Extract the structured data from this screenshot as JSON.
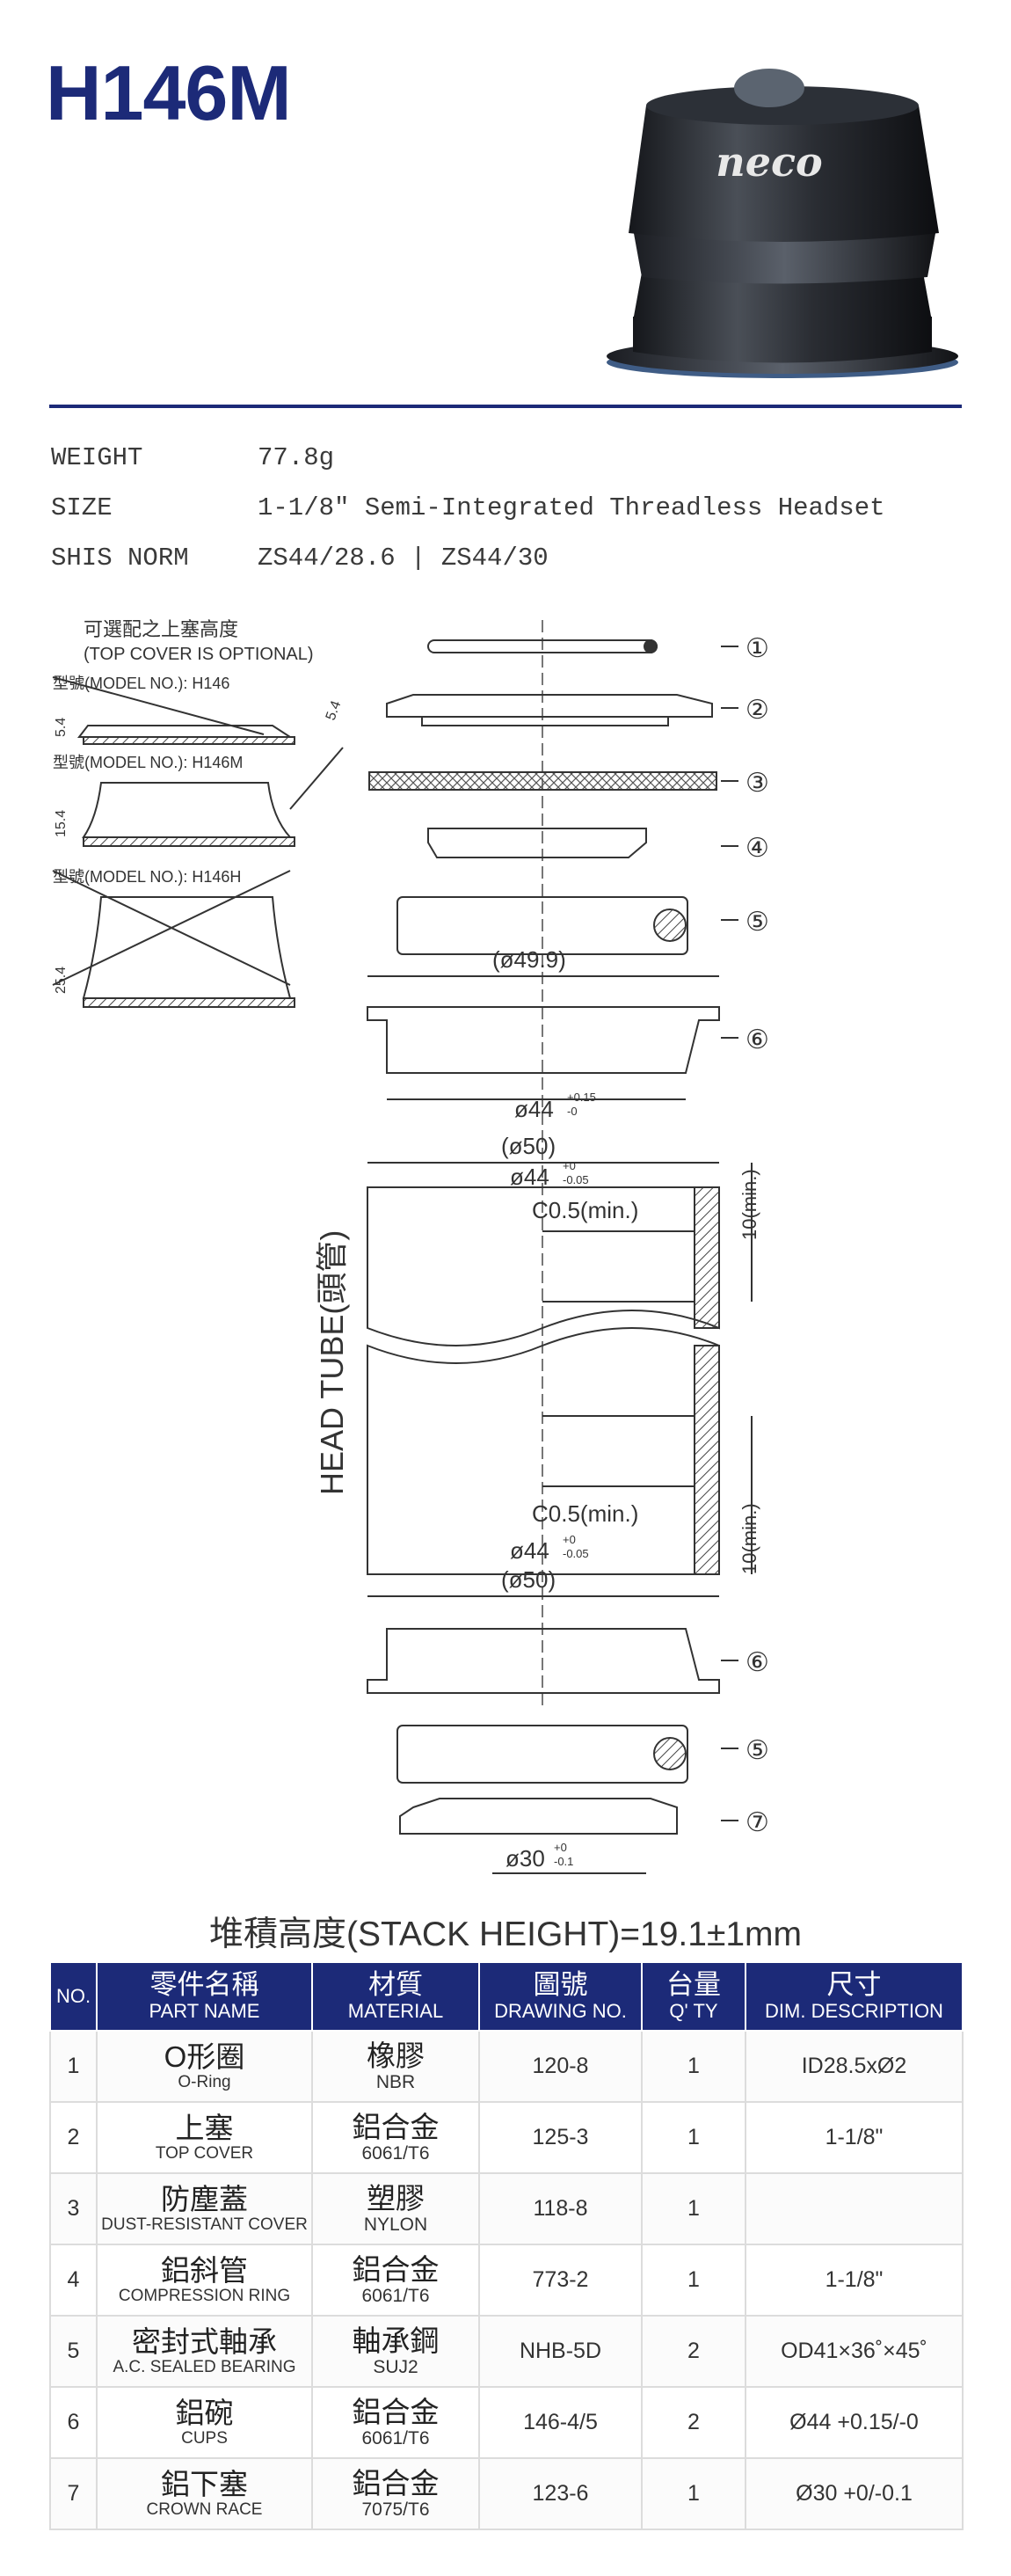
{
  "title": "H146M",
  "brand": "neco",
  "specs": [
    {
      "label": "WEIGHT",
      "value": "77.8g"
    },
    {
      "label": "SIZE",
      "value": "1-1/8\" Semi-Integrated Threadless Headset"
    },
    {
      "label": "SHIS NORM",
      "value": "ZS44/28.6 | ZS44/30"
    }
  ],
  "drawing": {
    "optional_title_zh": "可選配之上塞高度",
    "optional_title_en": "(TOP COVER IS OPTIONAL)",
    "models": [
      {
        "label": "型號(MODEL NO.): H146",
        "height": "5.4"
      },
      {
        "label": "型號(MODEL NO.): H146M",
        "height": "15.4"
      },
      {
        "label": "型號(MODEL NO.): H146H",
        "height": "25.4"
      }
    ],
    "top_cover_height": "5.4",
    "callouts": [
      "①",
      "②",
      "③",
      "④",
      "⑤",
      "⑥",
      "⑥",
      "⑤",
      "⑦"
    ],
    "dim_cup_outer": "(ø49.9)",
    "dim_cup_fit": "ø44",
    "dim_cup_fit_tol_plus": "+0.15",
    "dim_cup_fit_tol_minus": "-0",
    "dim_tube_outer": "(ø50)",
    "dim_tube_inner": "ø44",
    "dim_tube_inner_tol_plus": "+0",
    "dim_tube_inner_tol_minus": "-0.05",
    "chamfer": "C0.5(min.)",
    "depth_min": "10(min.)",
    "head_tube_label": "HEAD TUBE(頭管)",
    "dim_crown_race": "ø30",
    "dim_crown_race_tol_plus": "+0",
    "dim_crown_race_tol_minus": "-0.1"
  },
  "stack_height": "堆積高度(STACK HEIGHT)=19.1±1mm",
  "table": {
    "headers": {
      "no": "NO.",
      "part_zh": "零件名稱",
      "part_en": "PART NAME",
      "mat_zh": "材質",
      "mat_en": "MATERIAL",
      "dwg_zh": "圖號",
      "dwg_en": "DRAWING NO.",
      "qty_zh": "台量",
      "qty_en": "Q' TY",
      "dim_zh": "尺寸",
      "dim_en": "DIM. DESCRIPTION"
    },
    "rows": [
      {
        "no": "1",
        "part_zh": "O形圈",
        "part_en": "O-Ring",
        "mat_zh": "橡膠",
        "mat_en": "NBR",
        "drawing": "120-8",
        "qty": "1",
        "dim": "ID28.5xØ2"
      },
      {
        "no": "2",
        "part_zh": "上塞",
        "part_en": "TOP COVER",
        "mat_zh": "鋁合金",
        "mat_en": "6061/T6",
        "drawing": "125-3",
        "qty": "1",
        "dim": "1-1/8\""
      },
      {
        "no": "3",
        "part_zh": "防塵蓋",
        "part_en": "DUST-RESISTANT COVER",
        "mat_zh": "塑膠",
        "mat_en": "NYLON",
        "drawing": "118-8",
        "qty": "1",
        "dim": ""
      },
      {
        "no": "4",
        "part_zh": "鋁斜管",
        "part_en": "COMPRESSION RING",
        "mat_zh": "鋁合金",
        "mat_en": "6061/T6",
        "drawing": "773-2",
        "qty": "1",
        "dim": "1-1/8\""
      },
      {
        "no": "5",
        "part_zh": "密封式軸承",
        "part_en": "A.C. SEALED BEARING",
        "mat_zh": "軸承鋼",
        "mat_en": "SUJ2",
        "drawing": "NHB-5D",
        "qty": "2",
        "dim": "OD41×36˚×45˚"
      },
      {
        "no": "6",
        "part_zh": "鋁碗",
        "part_en": "CUPS",
        "mat_zh": "鋁合金",
        "mat_en": "6061/T6",
        "drawing": "146-4/5",
        "qty": "2",
        "dim": "Ø44 +0.15/-0"
      },
      {
        "no": "7",
        "part_zh": "鋁下塞",
        "part_en": "CROWN RACE",
        "mat_zh": "鋁合金",
        "mat_en": "7075/T6",
        "drawing": "123-6",
        "qty": "1",
        "dim": "Ø30 +0/-0.1"
      }
    ]
  }
}
